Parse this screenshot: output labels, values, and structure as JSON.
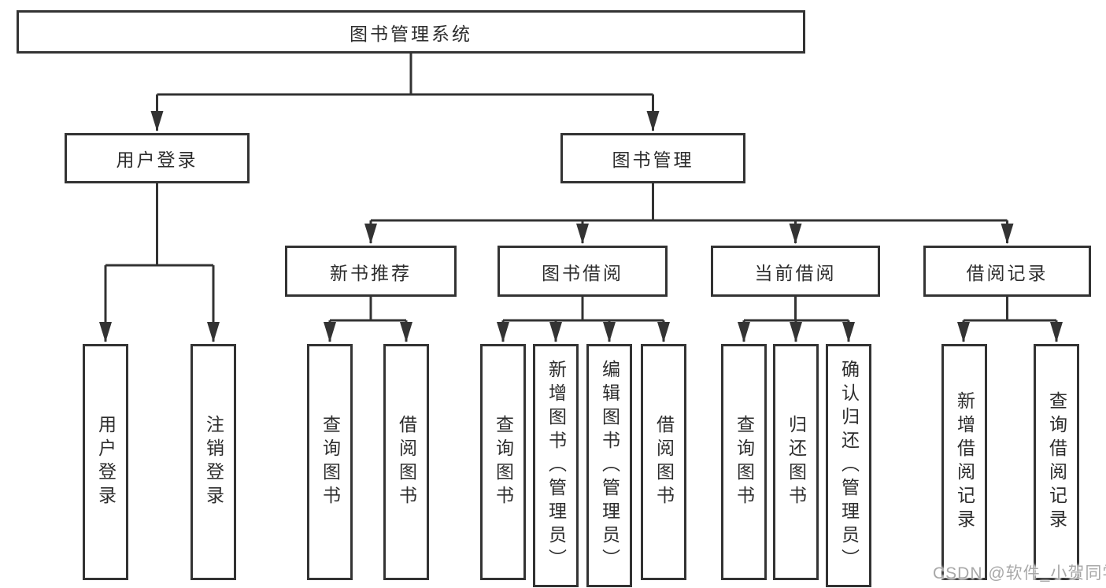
{
  "title": {
    "label": "图书管理系统"
  },
  "level1": [
    {
      "label": "用户登录"
    },
    {
      "label": "图书管理"
    }
  ],
  "level2": [
    {
      "label": "新书推荐"
    },
    {
      "label": "图书借阅"
    },
    {
      "label": "当前借阅"
    },
    {
      "label": "借阅记录"
    }
  ],
  "leaves": [
    {
      "label": "用户登录"
    },
    {
      "label": "注销登录"
    },
    {
      "label": "查询图书"
    },
    {
      "label": "借阅图书"
    },
    {
      "label": "查询图书"
    },
    {
      "label": "新增图书（管理员）"
    },
    {
      "label": "编辑图书（管理员）"
    },
    {
      "label": "借阅图书"
    },
    {
      "label": "查询图书"
    },
    {
      "label": "归还图书"
    },
    {
      "label": "确认归还（管理员）"
    },
    {
      "label": "新增借阅记录"
    },
    {
      "label": "查询借阅记录"
    }
  ],
  "watermark": {
    "text": "CSDN @软件_小贺同学"
  },
  "colors": {
    "line": "#333333",
    "text": "#2d2d2d",
    "watermark": "#a8a8a8",
    "background": "#ffffff"
  }
}
